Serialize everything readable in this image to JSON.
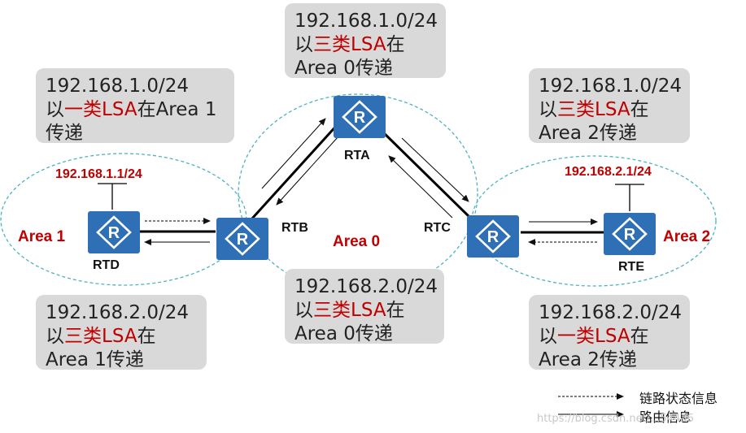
{
  "boxes": {
    "top_center": {
      "line1": "192.168.1.0/24",
      "prefix": "以",
      "lsa": "三类LSA",
      "suffix": "在",
      "line3": "Area 0传递"
    },
    "top_left": {
      "line1": "192.168.1.0/24",
      "prefix": "以",
      "lsa": "一类LSA",
      "suffix": "在Area 1",
      "line3": "传递"
    },
    "top_right": {
      "line1": "192.168.1.0/24",
      "prefix": "以",
      "lsa": "三类LSA",
      "suffix": "在",
      "line3": "Area 2传递"
    },
    "bottom_left": {
      "line1": "192.168.2.0/24",
      "prefix": "以",
      "lsa": "三类LSA",
      "suffix": "在",
      "line3": "Area 1传递"
    },
    "bottom_center": {
      "line1": "192.168.2.0/24",
      "prefix": "以",
      "lsa": "三类LSA",
      "suffix": "在",
      "line3": "Area 0传递"
    },
    "bottom_right": {
      "line1": "192.168.2.0/24",
      "prefix": "以",
      "lsa": "一类LSA",
      "suffix": "在",
      "line3": "Area 2传递"
    }
  },
  "routers": {
    "rta": "RTA",
    "rtb": "RTB",
    "rtc": "RTC",
    "rtd": "RTD",
    "rte": "RTE",
    "icon_glyph": "R"
  },
  "areas": {
    "area0": "Area 0",
    "area1": "Area 1",
    "area2": "Area 2"
  },
  "ips": {
    "rtd": "192.168.1.1/24",
    "rte": "192.168.2.1/24"
  },
  "legend": {
    "dashed": "链路状态信息",
    "solid": "路由信息"
  },
  "watermark": "https://blog.csdn.net/...54436",
  "colors": {
    "router_fill": "#2f6fb5",
    "area_border": "#4bb3c2",
    "lsa_red": "#c00000",
    "box_bg": "#d9d9d9"
  }
}
